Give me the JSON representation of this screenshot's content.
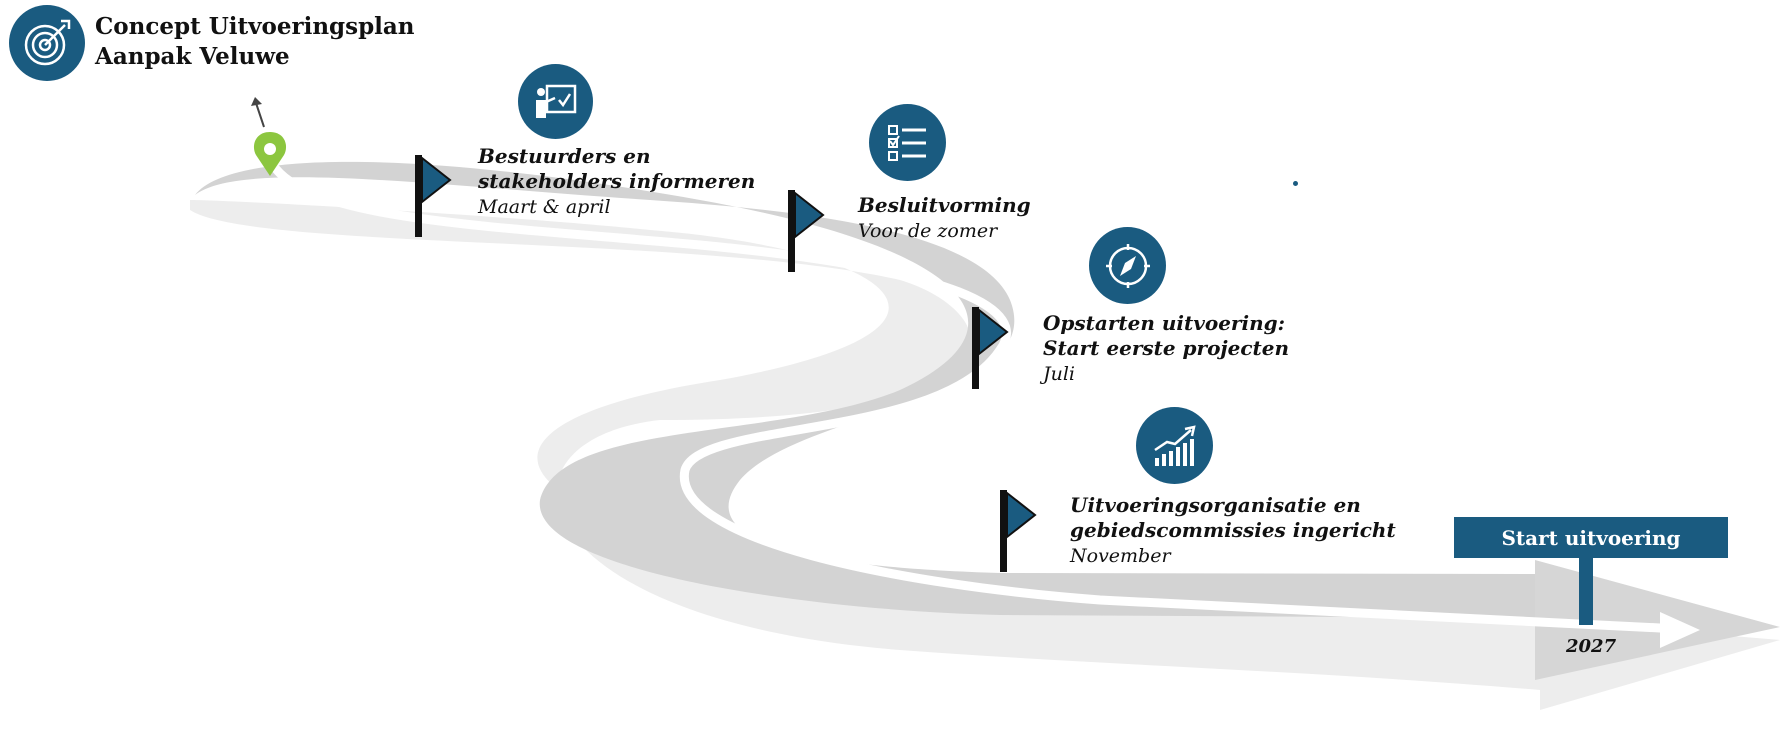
{
  "header": {
    "title_line1": "Concept Uitvoeringsplan",
    "title_line2": "Aanpak Veluwe",
    "icon": "target-icon"
  },
  "milestones": [
    {
      "title_line1": "Bestuurders en",
      "title_line2": "stakeholders informeren",
      "date": "Maart & april",
      "icon": "presentation-icon"
    },
    {
      "title_line1": "Besluitvorming",
      "title_line2": "",
      "date": "Voor de zomer",
      "icon": "checklist-icon"
    },
    {
      "title_line1": "Opstarten uitvoering:",
      "title_line2": "Start eerste projecten",
      "date": "Juli",
      "icon": "compass-icon"
    },
    {
      "title_line1": "Uitvoeringsorganisatie en",
      "title_line2": "gebiedscommissies ingericht",
      "date": "November",
      "icon": "growth-chart-icon"
    }
  ],
  "end": {
    "label": "Start uitvoering",
    "year": "2027"
  },
  "colors": {
    "accent": "#1a5b80",
    "pin": "#8cc63f",
    "road": "#d3d3d3"
  }
}
